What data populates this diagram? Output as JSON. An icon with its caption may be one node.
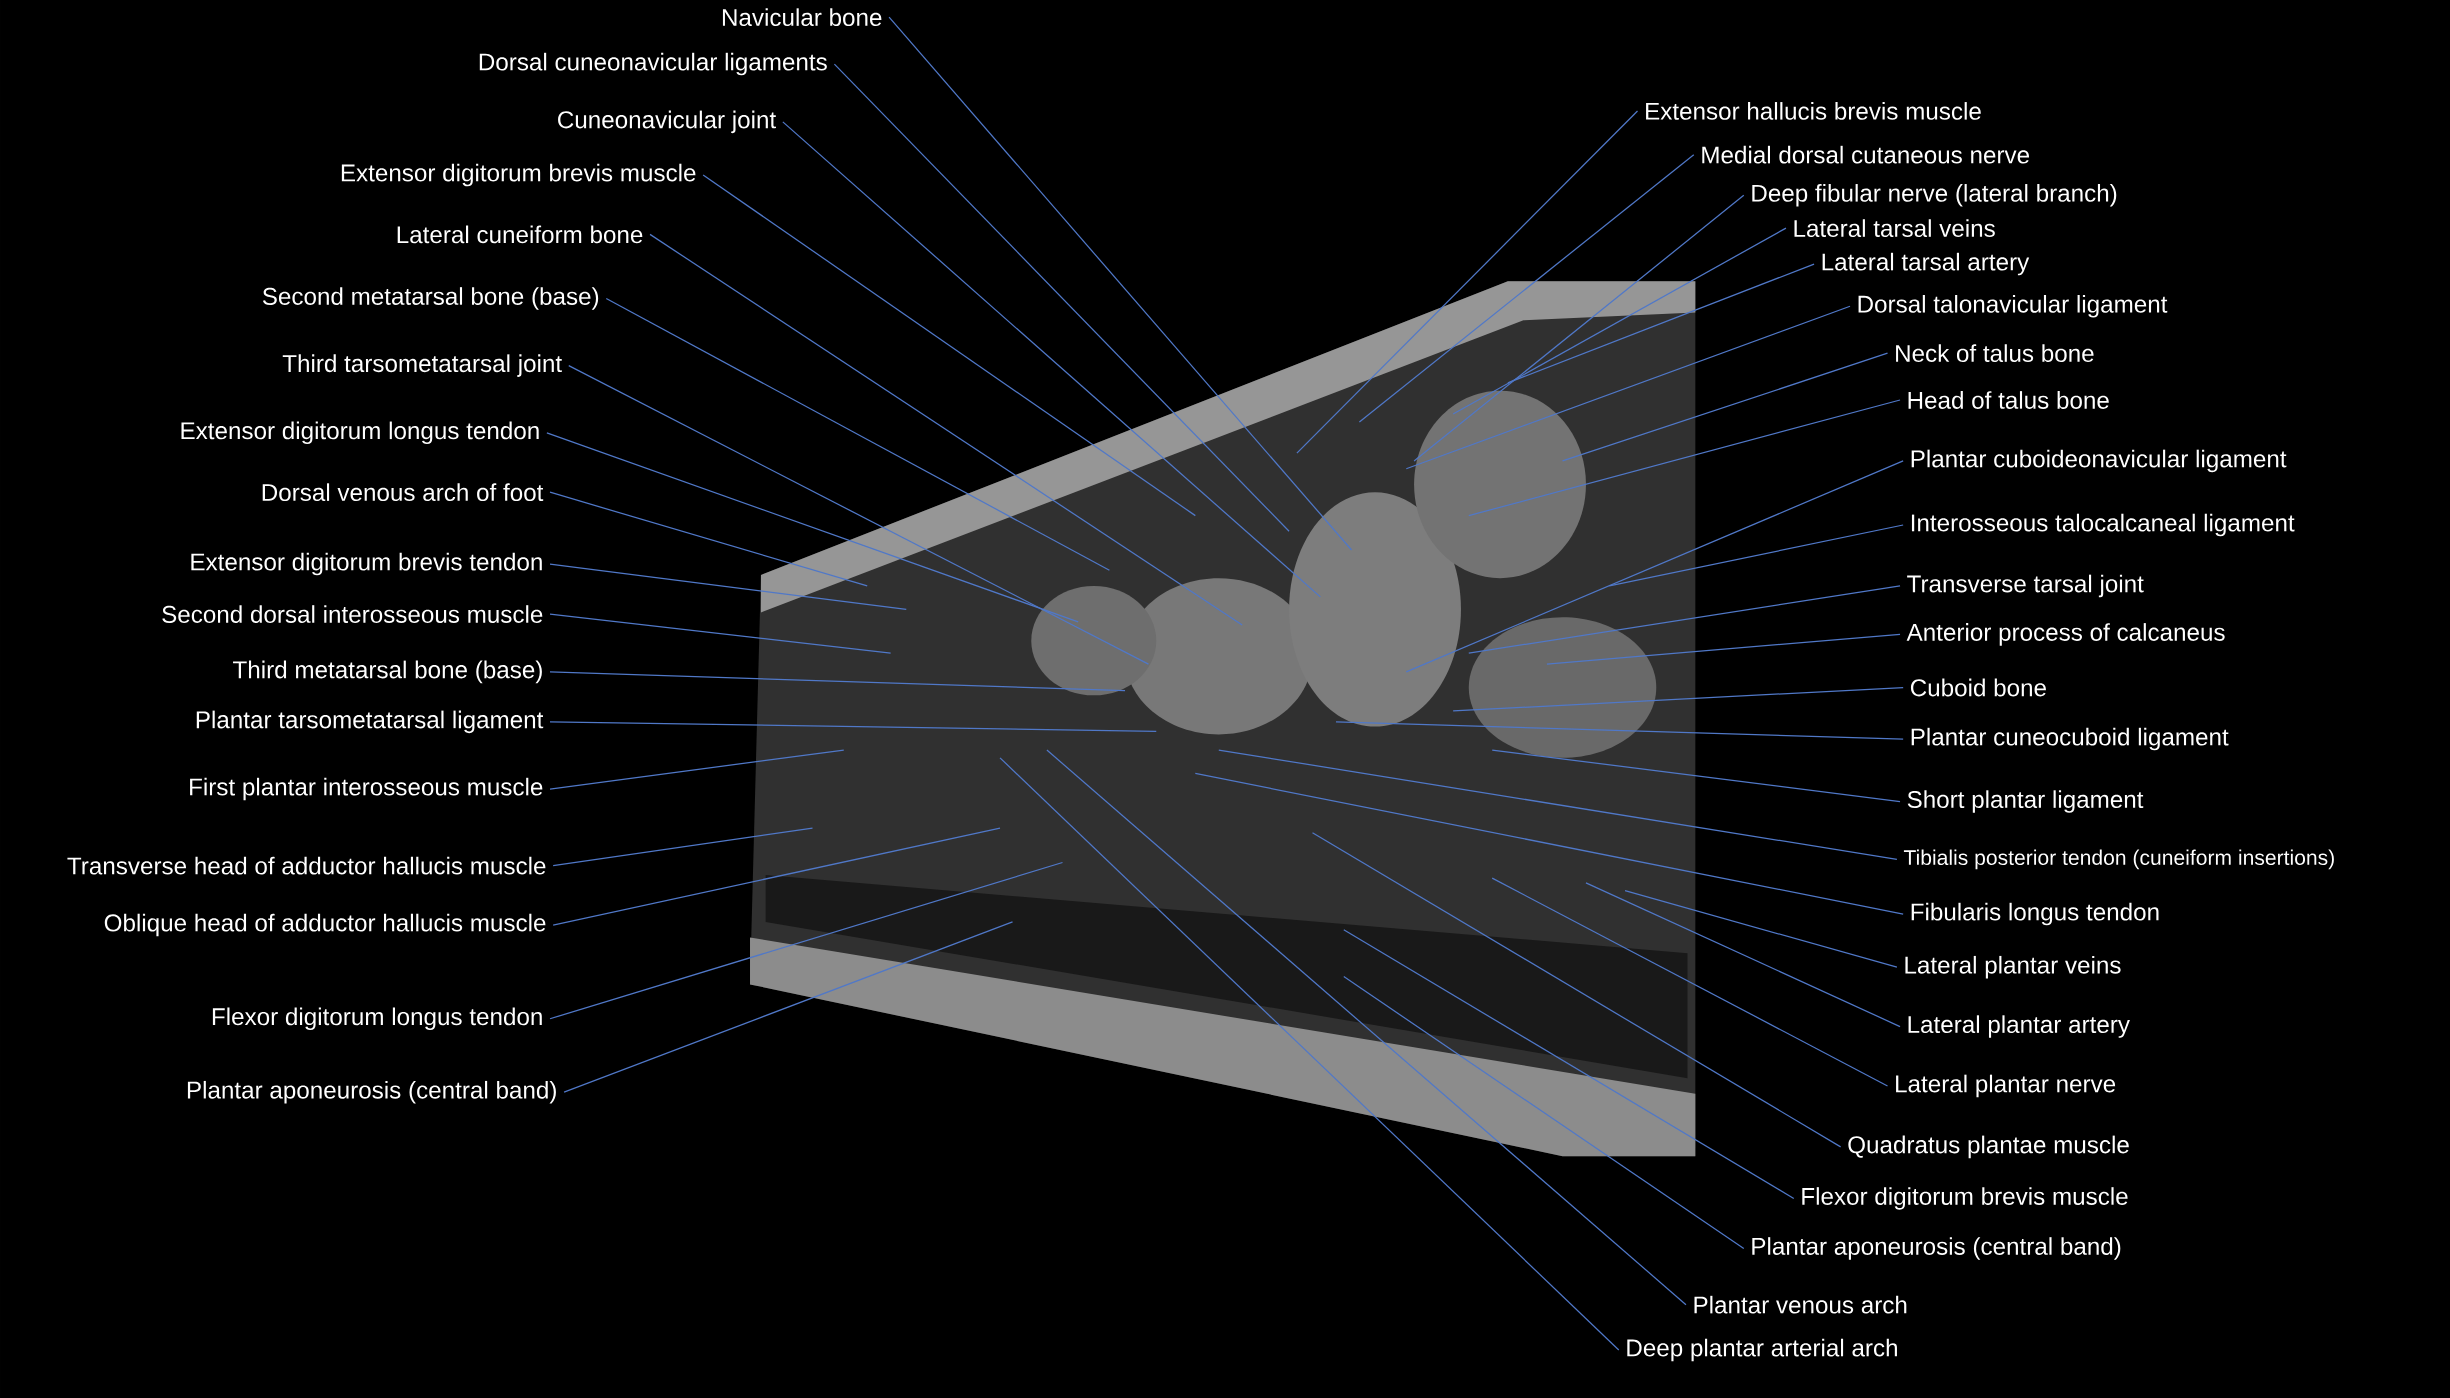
{
  "diagram": {
    "nodes": [
      {
        "text": [
          "Navicular bone"
        ]
      },
      {
        "text": [
          "Dorsal cuneonavicular ligaments"
        ]
      },
      {
        "text": [
          "Cuneonavicular joint"
        ]
      },
      {
        "text": [
          "Extensor digitorum brevis muscle"
        ]
      },
      {
        "text": [
          "Lateral cuneiform bone"
        ]
      },
      {
        "text": [
          "Second metatarsal bone (base)"
        ]
      },
      {
        "text": [
          "Third tarsometatarsal joint"
        ]
      },
      {
        "text": [
          "Extensor digitorum longus tendon"
        ]
      },
      {
        "text": [
          "Dorsal venous arch of foot"
        ]
      },
      {
        "text": [
          "Extensor digitorum brevis tendon"
        ]
      },
      {
        "text": [
          "Second dorsal interosseous muscle"
        ]
      },
      {
        "text": [
          "Third metatarsal bone (base)"
        ]
      },
      {
        "text": [
          "Plantar tarsometatarsal ligament"
        ]
      },
      {
        "text": [
          "First plantar interosseous muscle"
        ]
      },
      {
        "text": [
          "Transverse head of adductor hallucis muscle"
        ]
      },
      {
        "text": [
          "Oblique head of adductor hallucis muscle"
        ]
      },
      {
        "text": [
          "Flexor digitorum longus tendon"
        ]
      },
      {
        "text": [
          "Plantar aponeurosis (central band)"
        ]
      },
      {
        "text": [
          "Extensor hallucis brevis muscle"
        ]
      },
      {
        "text": [
          "Medial dorsal cutaneous nerve"
        ]
      },
      {
        "text": [
          "Deep fibular nerve (lateral branch)"
        ]
      },
      {
        "text": [
          "Lateral tarsal veins"
        ]
      },
      {
        "text": [
          "Lateral tarsal artery"
        ]
      },
      {
        "text": [
          "Dorsal talonavicular ligament"
        ]
      },
      {
        "text": [
          "Neck of talus bone"
        ]
      },
      {
        "text": [
          "Head of talus bone"
        ]
      },
      {
        "text": [
          "Plantar cuboideonavicular ligament"
        ]
      },
      {
        "text": [
          "Interosseous talocalcaneal ligament"
        ]
      },
      {
        "text": [
          "Transverse tarsal joint"
        ]
      },
      {
        "text": [
          "Anterior process of calcaneus"
        ]
      },
      {
        "text": [
          "Cuboid bone"
        ]
      },
      {
        "text": [
          "Plantar cuneocuboid ligament"
        ]
      },
      {
        "text": [
          "Short plantar ligament"
        ]
      },
      {
        "text": [
          "Tibialis posterior tendon (cuneiform insertions)"
        ]
      },
      {
        "text": [
          "Fibularis longus tendon"
        ]
      },
      {
        "text": [
          "Lateral plantar veins"
        ]
      },
      {
        "text": [
          "Lateral plantar artery"
        ]
      },
      {
        "text": [
          "Lateral plantar nerve"
        ]
      },
      {
        "text": [
          "Quadratus plantae muscle"
        ]
      },
      {
        "text": [
          "Flexor digitorum brevis muscle"
        ]
      },
      {
        "text": [
          "Plantar aponeurosis (central band)"
        ]
      },
      {
        "text": [
          "Plantar venous arch"
        ]
      },
      {
        "text": [
          "Deep plantar arterial arch"
        ]
      }
    ],
    "edges": [
      {
        "from": 0,
        "to": null,
        "arrow": "none"
      },
      {
        "from": 1,
        "to": null,
        "arrow": "none"
      },
      {
        "from": 2,
        "to": null,
        "arrow": "none"
      },
      {
        "from": 3,
        "to": null,
        "arrow": "none"
      },
      {
        "from": 4,
        "to": null,
        "arrow": "none"
      },
      {
        "from": 5,
        "to": null,
        "arrow": "none"
      },
      {
        "from": 6,
        "to": null,
        "arrow": "none"
      },
      {
        "from": 7,
        "to": null,
        "arrow": "none"
      },
      {
        "from": 8,
        "to": null,
        "arrow": "none"
      },
      {
        "from": 9,
        "to": null,
        "arrow": "none"
      },
      {
        "from": 10,
        "to": null,
        "arrow": "none"
      },
      {
        "from": 11,
        "to": null,
        "arrow": "none"
      },
      {
        "from": 12,
        "to": null,
        "arrow": "none"
      },
      {
        "from": 13,
        "to": null,
        "arrow": "none"
      },
      {
        "from": 14,
        "to": null,
        "arrow": "none"
      },
      {
        "from": 15,
        "to": null,
        "arrow": "none"
      },
      {
        "from": 16,
        "to": null,
        "arrow": "none"
      },
      {
        "from": 17,
        "to": null,
        "arrow": "none"
      },
      {
        "from": 18,
        "to": null,
        "arrow": "none"
      },
      {
        "from": 19,
        "to": null,
        "arrow": "none"
      },
      {
        "from": 20,
        "to": null,
        "arrow": "none"
      },
      {
        "from": 21,
        "to": null,
        "arrow": "none"
      },
      {
        "from": 22,
        "to": null,
        "arrow": "none"
      },
      {
        "from": 23,
        "to": null,
        "arrow": "none"
      },
      {
        "from": 24,
        "to": null,
        "arrow": "none"
      },
      {
        "from": 25,
        "to": null,
        "arrow": "none"
      },
      {
        "from": 26,
        "to": null,
        "arrow": "none"
      },
      {
        "from": 27,
        "to": null,
        "arrow": "none"
      },
      {
        "from": 28,
        "to": null,
        "arrow": "none"
      },
      {
        "from": 29,
        "to": null,
        "arrow": "none"
      },
      {
        "from": 30,
        "to": null,
        "arrow": "none"
      },
      {
        "from": 31,
        "to": null,
        "arrow": "none"
      },
      {
        "from": 32,
        "to": null,
        "arrow": "none"
      },
      {
        "from": 33,
        "to": null,
        "arrow": "none"
      },
      {
        "from": 34,
        "to": null,
        "arrow": "none"
      },
      {
        "from": 35,
        "to": null,
        "arrow": "none"
      },
      {
        "from": 36,
        "to": null,
        "arrow": "none"
      },
      {
        "from": 37,
        "to": null,
        "arrow": "none"
      },
      {
        "from": 38,
        "to": null,
        "arrow": "none"
      },
      {
        "from": 39,
        "to": null,
        "arrow": "none"
      },
      {
        "from": 40,
        "to": null,
        "arrow": "none"
      },
      {
        "from": 41,
        "to": null,
        "arrow": "none"
      },
      {
        "from": 42,
        "to": null,
        "arrow": "none"
      }
    ]
  }
}
